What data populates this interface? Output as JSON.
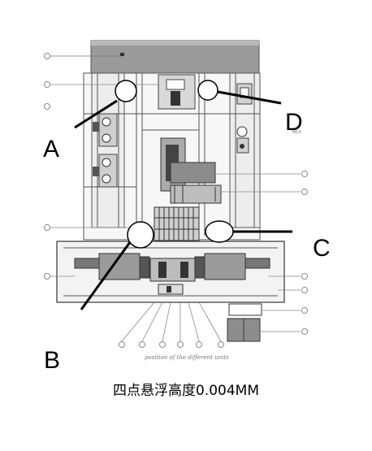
{
  "diagram": {
    "points": [
      {
        "id": "A",
        "label": "A"
      },
      {
        "id": "B",
        "label": "B"
      },
      {
        "id": "C",
        "label": "C"
      },
      {
        "id": "D",
        "label": "D"
      }
    ],
    "subcaption": "position of the different units",
    "caption": "四点悬浮高度0.004MM",
    "small_tag": "NCX"
  }
}
